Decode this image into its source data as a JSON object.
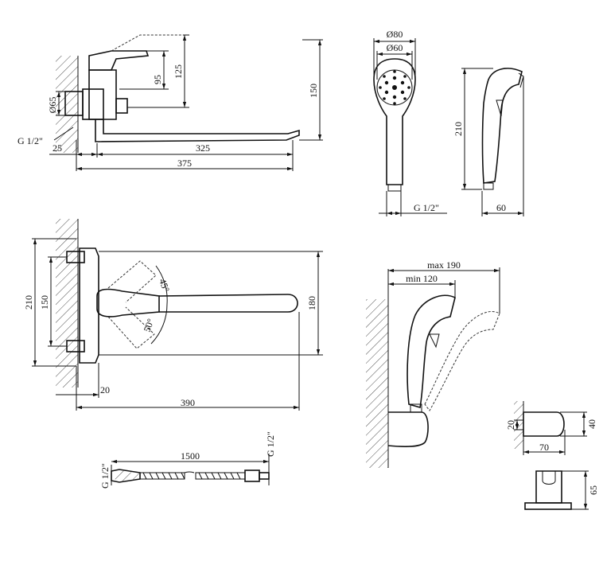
{
  "colors": {
    "line": "#111111",
    "background": "#ffffff"
  },
  "views": {
    "side": {
      "d65": "Ø65",
      "g12": "G 1/2\"",
      "d25": "25",
      "d325": "325",
      "d375": "375",
      "d95": "95",
      "d125": "125",
      "d150": "150"
    },
    "head_front": {
      "d80": "Ø80",
      "d60": "Ø60",
      "g12": "G 1/2\""
    },
    "head_side": {
      "d210": "210",
      "d60": "60"
    },
    "top": {
      "d210": "210",
      "d150": "150",
      "d180": "180",
      "d20": "20",
      "d390": "390",
      "a45": "45°",
      "a50": "50°"
    },
    "hose": {
      "d1500": "1500",
      "g12_left": "G 1/2\"",
      "g12_right": "G 1/2\""
    },
    "wall": {
      "max": "max 190",
      "min": "min 120"
    },
    "holder": {
      "d20": "20",
      "d40": "40",
      "d70": "70",
      "d65": "65"
    }
  }
}
